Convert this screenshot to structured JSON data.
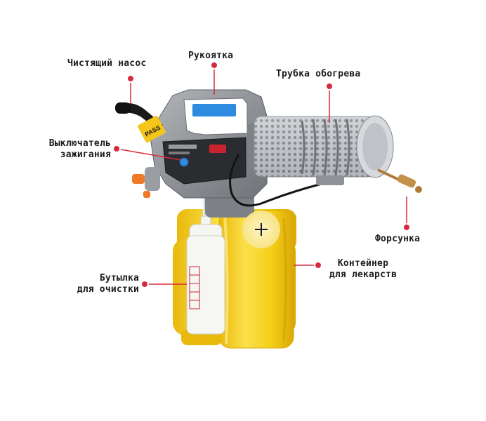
{
  "labels": {
    "cleaning_pump": "Чистящий насос",
    "handle": "Рукоятка",
    "heating_tube": "Трубка обогрева",
    "ignition_switch_line1": "Выключатель",
    "ignition_switch_line2": "зажигания",
    "nozzle": "Форсунка",
    "container_line1": "Контейнер",
    "container_line2": "для лекарств",
    "bottle_line1": "Бутылка",
    "bottle_line2": "для очистки"
  },
  "device": {
    "badge_text": "PASS"
  },
  "zoom": {
    "icon": "plus-zoom-icon"
  },
  "colors": {
    "marker": "#d62a3e",
    "leader": "#d62a3e",
    "tank": "#f6d21c",
    "body": "#8e9296",
    "handle_window": "#2d8be0",
    "text": "#1c1c1c"
  }
}
